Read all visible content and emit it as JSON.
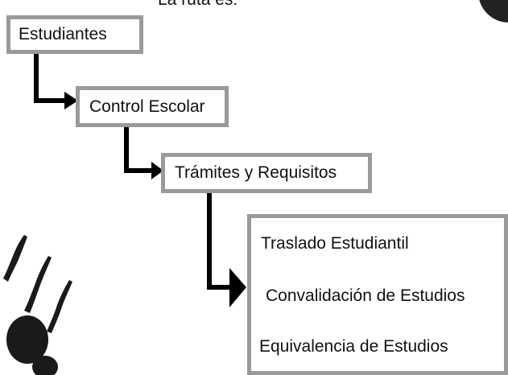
{
  "heading": "La ruta es:",
  "nodes": {
    "level1": "Estudiantes",
    "level2": "Control Escolar",
    "level3": "Trámites y Requisitos",
    "level4": [
      "Traslado Estudiantil",
      "Convalidación de Estudios",
      "Equivalencia de Estudios"
    ]
  },
  "colors": {
    "box_border": "#9a9a9a",
    "connector": "#000000"
  }
}
